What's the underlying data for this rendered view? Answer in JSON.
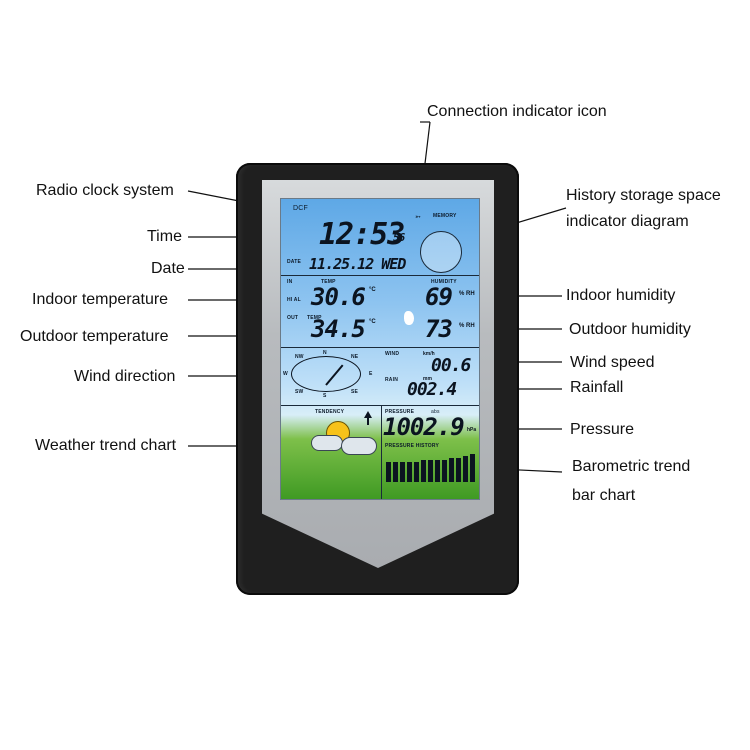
{
  "callouts": {
    "connection": "Connection indicator icon",
    "radio_clock": "Radio clock system",
    "history_line1": "History storage space",
    "history_line2": "indicator diagram",
    "time": "Time",
    "date": "Date",
    "indoor_temp": "Indoor temperature",
    "outdoor_temp": "Outdoor temperature",
    "wind_direction": "Wind direction",
    "weather_trend": "Weather trend chart",
    "indoor_humidity": "Indoor humidity",
    "outdoor_humidity": "Outdoor humidity",
    "wind_speed": "Wind speed",
    "rainfall": "Rainfall",
    "pressure": "Pressure",
    "baro_line1": "Barometric trend",
    "baro_line2": "bar chart"
  },
  "display": {
    "dcf": "DCF",
    "memory": "MEMORY",
    "time": "12:53",
    "seconds": "56",
    "date_label": "DATE",
    "date": "11.25.12 WED",
    "in_label": "IN",
    "out_label": "OUT",
    "temp_label": "TEMP",
    "humidity_label": "HUMIDITY",
    "hi_al": "HI AL",
    "indoor_temp": "30.6",
    "outdoor_temp": "34.5",
    "temp_unit": "°C",
    "indoor_humidity": "69",
    "outdoor_humidity": "73",
    "rh_unit": "% RH",
    "wind_label": "WIND",
    "wind_unit": "km/h",
    "wind_speed": "00.6",
    "rain_label": "RAIN",
    "rain_unit": "mm",
    "rainfall": "002.4",
    "compass": {
      "n": "N",
      "ne": "NE",
      "e": "E",
      "se": "SE",
      "s": "S",
      "sw": "SW",
      "w": "W",
      "nw": "NW"
    },
    "tendency_label": "TENDENCY",
    "pressure_label": "PRESSURE",
    "abs_label": "abs",
    "pressure": "1002.9",
    "pressure_unit": "hPa",
    "pressure_history_label": "PRESSURE HISTORY"
  }
}
